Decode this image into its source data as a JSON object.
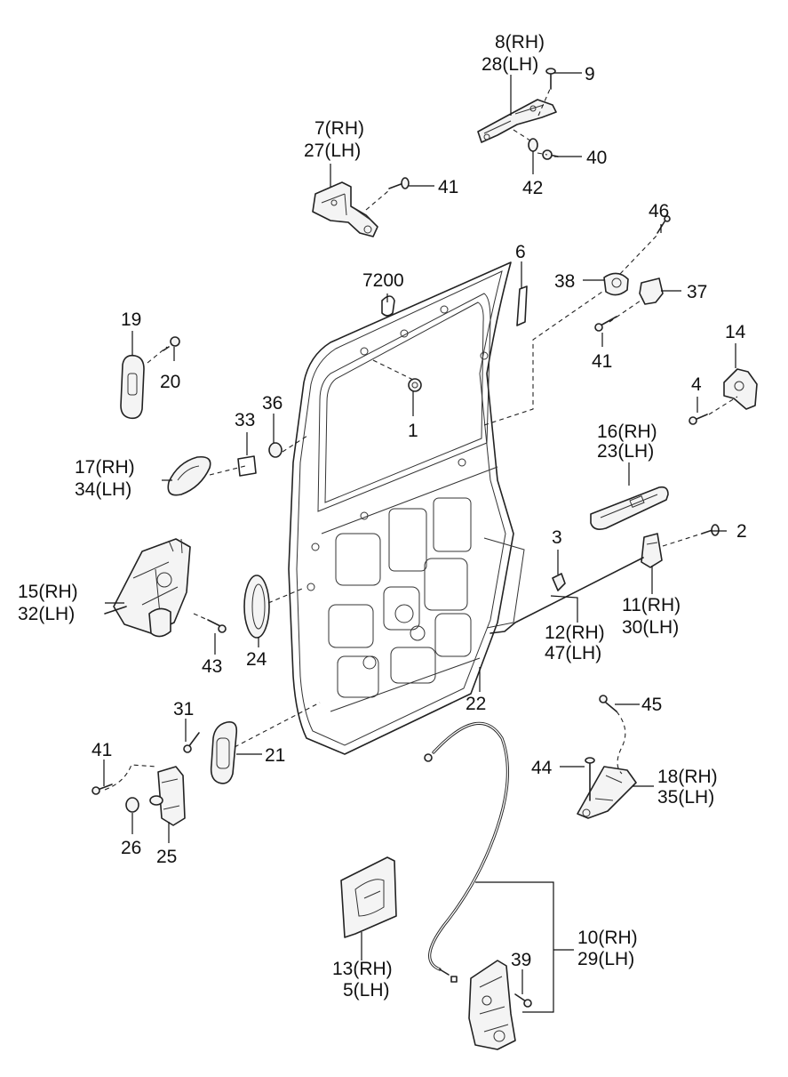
{
  "callouts": {
    "c1": "1",
    "c2": "2",
    "c3": "3",
    "c4": "4",
    "c6": "6",
    "c7200": "7200",
    "c7": "7(RH)",
    "c27": "27(LH)",
    "c8": "8(RH)",
    "c28": "28(LH)",
    "c9": "9",
    "c40": "40",
    "c42": "42",
    "c41a": "41",
    "c41b": "41",
    "c41c": "41",
    "c46": "46",
    "c38": "38",
    "c37": "37",
    "c14": "14",
    "c19": "19",
    "c20": "20",
    "c33": "33",
    "c36": "36",
    "c17": "17(RH)",
    "c34": "34(LH)",
    "c16": "16(RH)",
    "c23": "23(LH)",
    "c15": "15(RH)",
    "c32": "32(LH)",
    "c43": "43",
    "c24": "24",
    "c11": "11(RH)",
    "c30": "30(LH)",
    "c12": "12(RH)",
    "c47": "47(LH)",
    "c22": "22",
    "c45": "45",
    "c31": "31",
    "c21": "21",
    "c44": "44",
    "c18": "18(RH)",
    "c35": "35(LH)",
    "c26": "26",
    "c25": "25",
    "c10": "10(RH)",
    "c29": "29(LH)",
    "c39": "39",
    "c13": "13(RH)",
    "c5": "5(LH)"
  }
}
